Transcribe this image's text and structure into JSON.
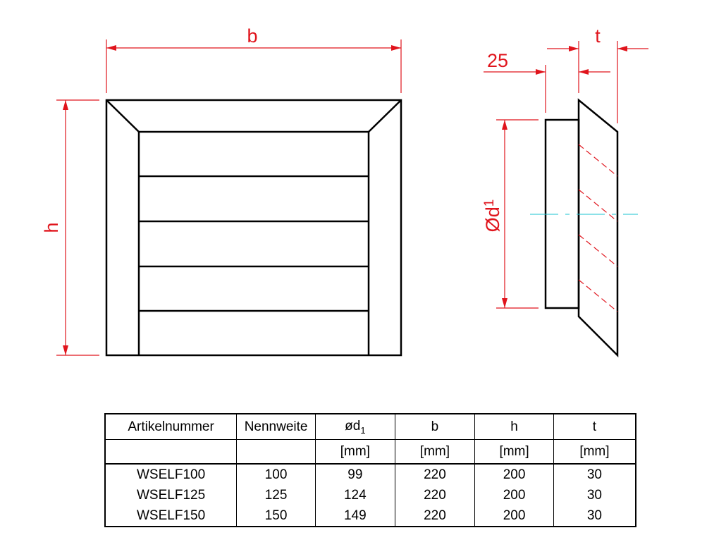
{
  "dimensions": {
    "b": "b",
    "h": "h",
    "t": "t",
    "offset": "25",
    "d1_symbol": "Ød",
    "d1_subscript": "1"
  },
  "colors": {
    "dimension": "#e0141c",
    "centerline": "#19c3d2",
    "outline": "#000000"
  },
  "table": {
    "headers": [
      {
        "text": "Artikelnummer"
      },
      {
        "text": "Nennweite"
      },
      {
        "text": "ød",
        "sub": "1"
      },
      {
        "text": "b"
      },
      {
        "text": "h"
      },
      {
        "text": "t"
      }
    ],
    "units": [
      "",
      "",
      "[mm]",
      "[mm]",
      "[mm]",
      "[mm]"
    ],
    "rows": [
      [
        "WSELF100",
        "100",
        "99",
        "220",
        "200",
        "30"
      ],
      [
        "WSELF125",
        "125",
        "124",
        "220",
        "200",
        "30"
      ],
      [
        "WSELF150",
        "150",
        "149",
        "220",
        "200",
        "30"
      ]
    ]
  }
}
